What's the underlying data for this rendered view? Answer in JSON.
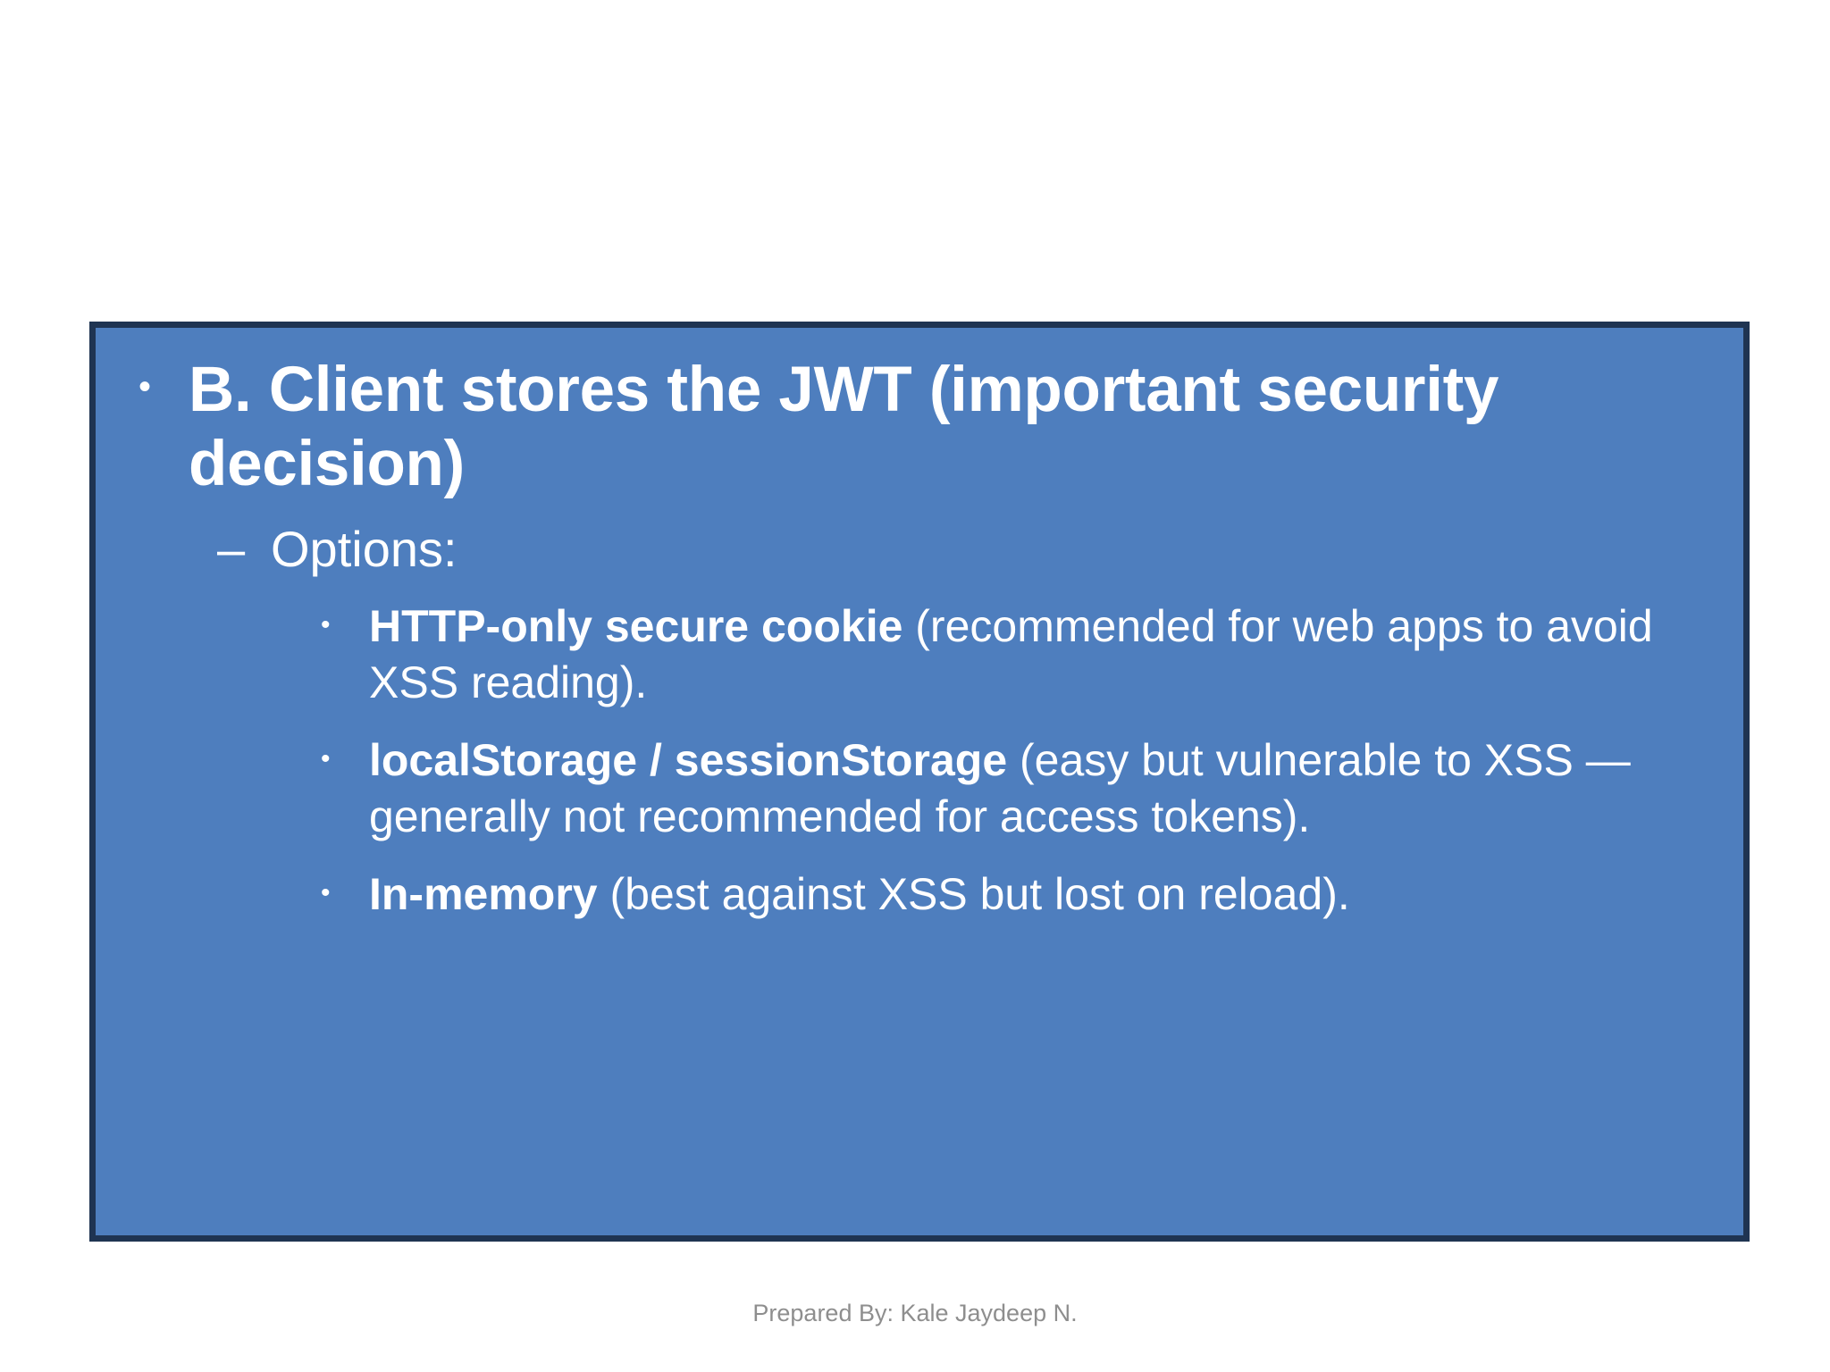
{
  "slide": {
    "background_color": "#FFFFFF",
    "content_box": {
      "fill_color": "#4E7EBE",
      "border_color": "#1F3452",
      "text_color": "#FFFFFF"
    },
    "title": {
      "marker": "•",
      "text": "B. Client stores the JWT (important security decision)"
    },
    "options": {
      "marker": "–",
      "text": "Options:"
    },
    "items": [
      {
        "marker": "•",
        "bold": "HTTP-only secure cookie",
        "rest": " (recommended for web apps to avoid XSS reading)."
      },
      {
        "marker": "•",
        "bold": "localStorage / sessionStorage",
        "rest": " (easy but vulnerable to XSS — generally not recommended for access tokens)."
      },
      {
        "marker": "•",
        "bold": "In-memory",
        "rest": " (best against XSS but lost on reload)."
      }
    ],
    "footer": {
      "text": "Prepared By: Kale Jaydeep N.",
      "color": "#8E8E8E"
    }
  }
}
